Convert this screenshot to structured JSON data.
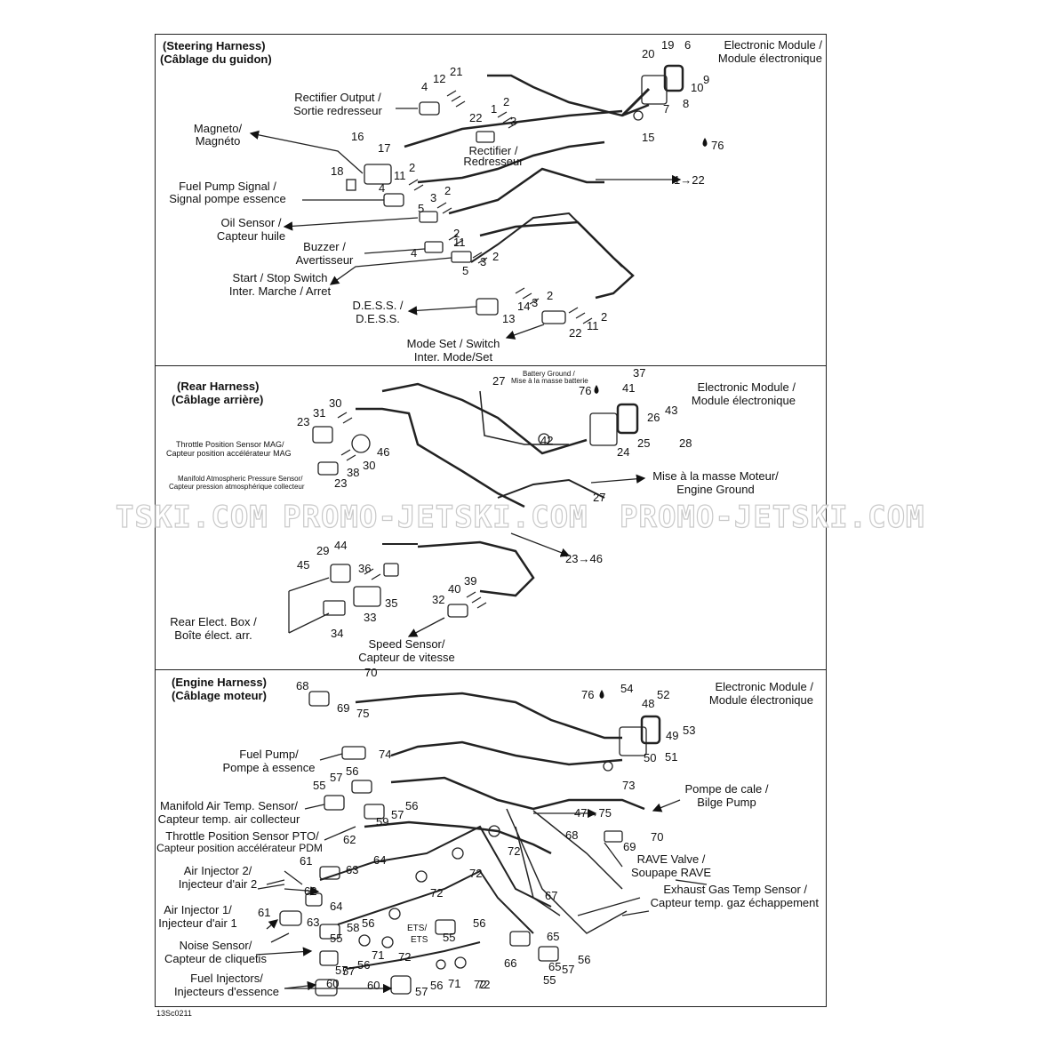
{
  "sections": {
    "steering": {
      "title_en": "(Steering Harness)",
      "title_fr": "(Câblage du guidon)"
    },
    "rear": {
      "title_en": "(Rear Harness)",
      "title_fr": "(Câblage arrière)"
    },
    "engine": {
      "title_en": "(Engine Harness)",
      "title_fr": "(Câblage moteur)"
    }
  },
  "labels": {
    "em1_en": "Electronic Module /",
    "em1_fr": "Module électronique",
    "rect_out_en": "Rectifier Output /",
    "rect_out_fr": "Sortie redresseur",
    "magneto_en": "Magneto/",
    "magneto_fr": "Magnéto",
    "rectifier_en": "Rectifier /",
    "rectifier_fr": "Redresseur",
    "fps_en": "Fuel Pump Signal /",
    "fps_fr": "Signal pompe essence",
    "oil_en": "Oil Sensor /",
    "oil_fr": "Capteur huile",
    "buzzer_en": "Buzzer /",
    "buzzer_fr": "Avertisseur",
    "startstop_en": "Start / Stop Switch",
    "startstop_fr": "Inter. Marche / Arret",
    "dess_en": "D.E.S.S. /",
    "dess_fr": "D.E.S.S.",
    "mode_en": "Mode Set / Switch",
    "mode_fr": "Inter. Mode/Set",
    "arrow_1_22": "1→22",
    "batt_en": "Battery Ground /",
    "batt_fr": "Mise à la masse batterie",
    "em2_en": "Electronic Module /",
    "em2_fr": "Module électronique",
    "tps_mag_en": "Throttle Position Sensor MAG/",
    "tps_mag_fr": "Capteur position accélérateur MAG",
    "map_en": "Manifold Atmospheric Pressure Sensor/",
    "map_fr": "Capteur pression atmosphérique collecteur",
    "eg_fr": "Mise à la masse Moteur/",
    "eg_en": "Engine Ground",
    "arrow_23_46": "23→46",
    "reb_en": "Rear Elect. Box /",
    "reb_fr": "Boîte élect. arr.",
    "speed_en": "Speed Sensor/",
    "speed_fr": "Capteur de vitesse",
    "em3_en": "Electronic Module /",
    "em3_fr": "Module électronique",
    "fuelpump_en": "Fuel Pump/",
    "fuelpump_fr": "Pompe à essence",
    "bilge_fr": "Pompe de cale /",
    "bilge_en": "Bilge Pump",
    "arrow_47_75": "47→75",
    "mat_en": "Manifold Air Temp. Sensor/",
    "mat_fr": "Capteur temp. air collecteur",
    "tps_pto_en": "Throttle Position Sensor PTO/",
    "tps_pto_fr": "Capteur position accélérateur PDM",
    "rave_en": "RAVE Valve /",
    "rave_fr": "Soupape RAVE",
    "ai2_en": "Air Injector 2/",
    "ai2_fr": "Injecteur d'air 2",
    "egt_en": "Exhaust Gas Temp Sensor /",
    "egt_fr": "Capteur temp. gaz échappement",
    "ai1_en": "Air Injector 1/",
    "ai1_fr": "Injecteur d'air 1",
    "ets1": "ETS/",
    "ets2": "ETS",
    "noise_en": "Noise Sensor/",
    "noise_fr": "Capteur de cliquetis",
    "fi_en": "Fuel Injectors/",
    "fi_fr": "Injecteurs d'essence"
  },
  "part_numbers": {
    "s1": [
      "20",
      "19",
      "6",
      "10",
      "9",
      "7",
      "8",
      "76",
      "15",
      "21",
      "12",
      "4",
      "2",
      "1",
      "22",
      "3",
      "16",
      "17",
      "18",
      "11",
      "2",
      "4",
      "2",
      "3",
      "5",
      "2",
      "11",
      "4",
      "3",
      "2",
      "5",
      "3",
      "2",
      "14",
      "13",
      "2",
      "11",
      "22"
    ],
    "s2": [
      "27",
      "37",
      "41",
      "76",
      "30",
      "31",
      "23",
      "46",
      "43",
      "26",
      "42",
      "25",
      "24",
      "28",
      "30",
      "38",
      "23",
      "27",
      "29",
      "44",
      "45",
      "36",
      "39",
      "40",
      "35",
      "32",
      "33",
      "34"
    ],
    "s3": [
      "68",
      "70",
      "69",
      "75",
      "54",
      "52",
      "76",
      "48",
      "53",
      "49",
      "50",
      "51",
      "74",
      "57",
      "56",
      "55",
      "73",
      "59",
      "57",
      "56",
      "62",
      "64",
      "63",
      "61",
      "72",
      "72",
      "68",
      "69",
      "70",
      "62",
      "64",
      "72",
      "63",
      "58",
      "55",
      "56",
      "57",
      "55",
      "56",
      "72",
      "65",
      "67",
      "61",
      "71",
      "72",
      "57",
      "56",
      "66",
      "65",
      "56",
      "71",
      "60",
      "72",
      "57",
      "56",
      "60",
      "57",
      "55"
    ]
  },
  "watermark": {
    "text1": "PROMO-JETSKI.COM",
    "text2": "PROMO-JETSKI.COM",
    "text0": "TSKI.COM"
  },
  "drawing_code": "13Sc0211"
}
